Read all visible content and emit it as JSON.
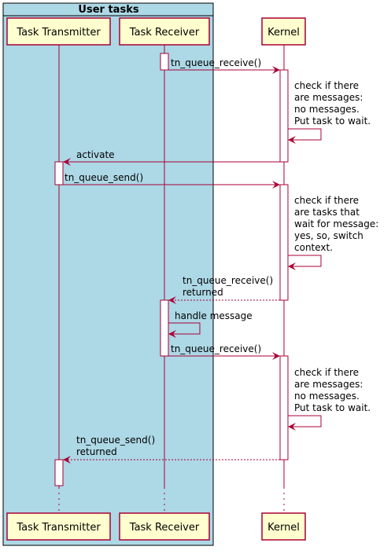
{
  "group": {
    "title": "User tasks"
  },
  "participants": {
    "transmitter": "Task Transmitter",
    "receiver": "Task Receiver",
    "kernel": "Kernel"
  },
  "messages": [
    {
      "text": "tn_queue_receive()"
    },
    {
      "lines": [
        "check if there",
        "are messages:",
        "no messages.",
        "Put task to wait."
      ]
    },
    {
      "text": "activate"
    },
    {
      "text": "tn_queue_send()"
    },
    {
      "lines": [
        "check if there",
        "are tasks that",
        "wait for message:",
        "yes, so, switch",
        "context."
      ]
    },
    {
      "lines": [
        "tn_queue_receive()",
        "returned"
      ]
    },
    {
      "text": "handle message"
    },
    {
      "text": "tn_queue_receive()"
    },
    {
      "lines": [
        "check if there",
        "are messages:",
        "no messages.",
        "Put task to wait."
      ]
    },
    {
      "lines": [
        "tn_queue_send()",
        "returned"
      ]
    }
  ],
  "colors": {
    "group_fill": "#add8e6",
    "participant_fill": "#fefece",
    "line": "#a80036",
    "group_border": "#000000"
  }
}
